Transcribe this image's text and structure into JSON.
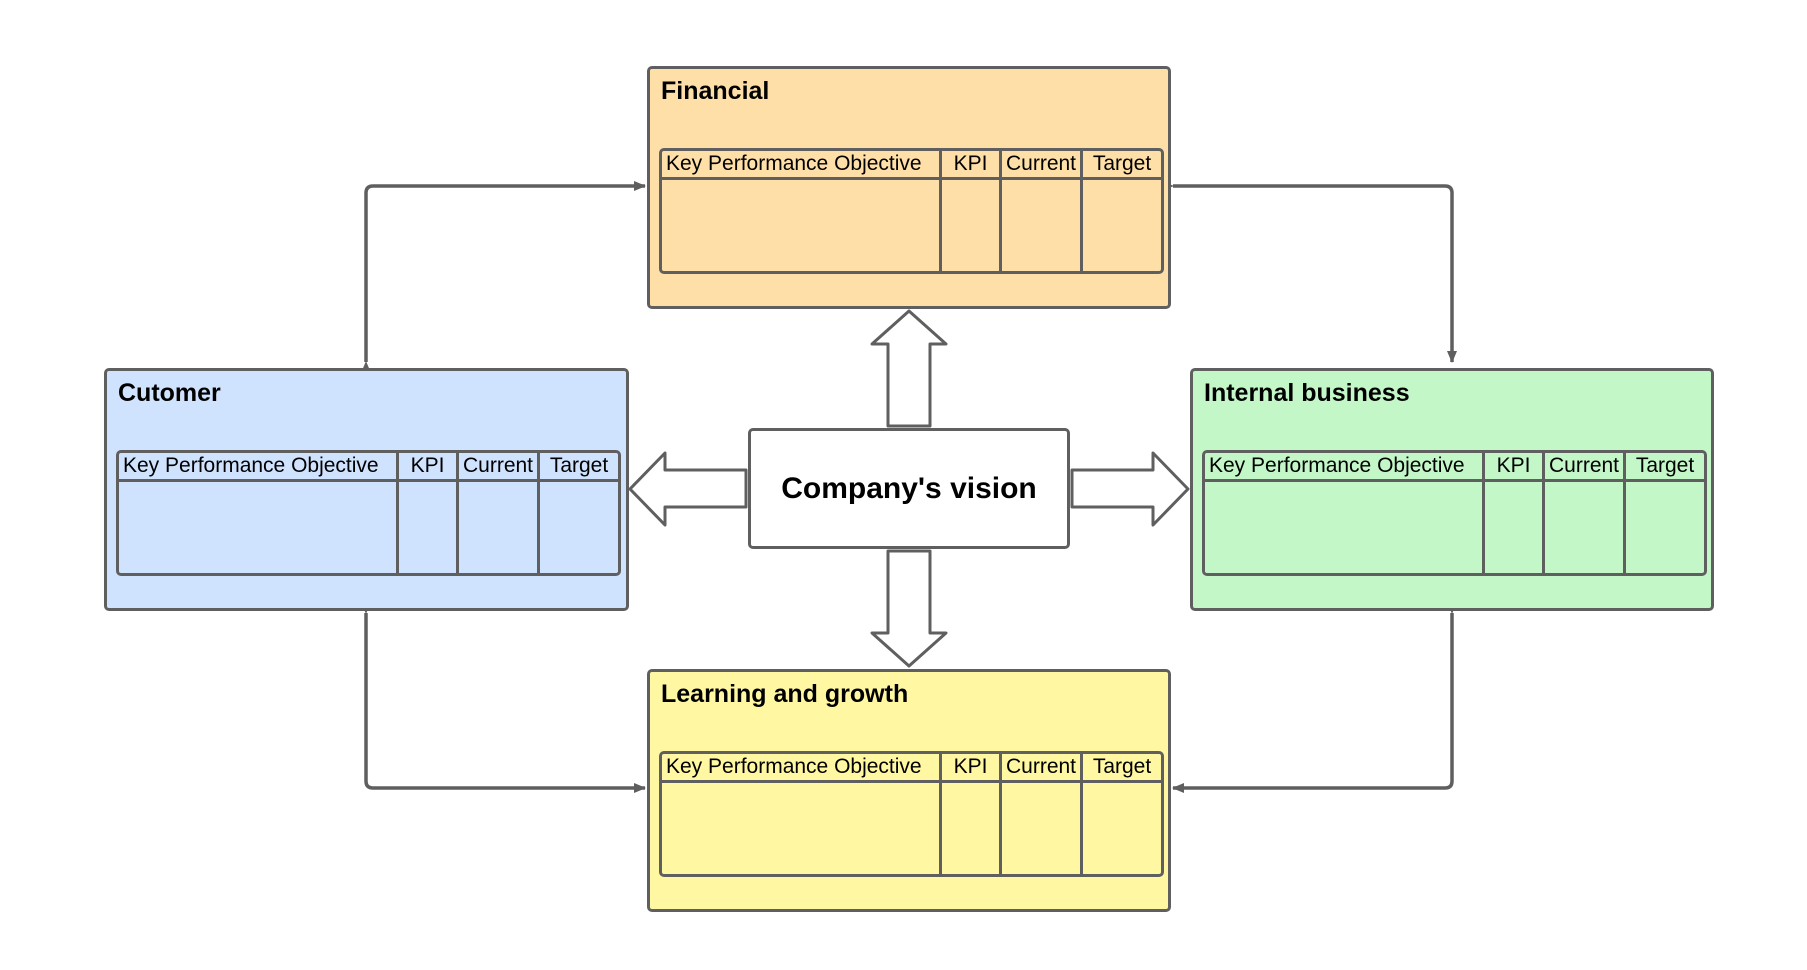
{
  "colors": {
    "financial": "#fedfa8",
    "customer": "#d0e3fe",
    "internal": "#c3f7c8",
    "learning": "#fff7a1",
    "border": "#5f5f5f"
  },
  "vision": {
    "label": "Company's vision"
  },
  "table_headers": {
    "objective": "Key Performance Objective",
    "kpi": "KPI",
    "current": "Current",
    "target": "Target"
  },
  "panels": {
    "financial": {
      "title": "Financial"
    },
    "customer": {
      "title": "Cutomer"
    },
    "internal": {
      "title": "Internal business"
    },
    "learning": {
      "title": "Learning and growth"
    }
  }
}
